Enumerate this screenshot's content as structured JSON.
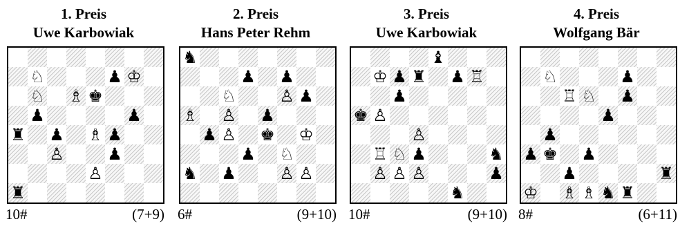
{
  "problems": [
    {
      "award": "1. Preis",
      "author": "Uwe Karbowiak",
      "stipulation": "10#",
      "count": "(7+9)",
      "pieces": [
        {
          "sq": "f7",
          "p": "bp"
        },
        {
          "sq": "g7",
          "p": "wk"
        },
        {
          "sq": "b7",
          "p": "wn"
        },
        {
          "sq": "b6",
          "p": "wn"
        },
        {
          "sq": "d6",
          "p": "wb"
        },
        {
          "sq": "e6",
          "p": "bk"
        },
        {
          "sq": "b5",
          "p": "bp"
        },
        {
          "sq": "g5",
          "p": "bp"
        },
        {
          "sq": "a4",
          "p": "br"
        },
        {
          "sq": "c4",
          "p": "bp"
        },
        {
          "sq": "e4",
          "p": "wb"
        },
        {
          "sq": "f4",
          "p": "bp"
        },
        {
          "sq": "c3",
          "p": "wp"
        },
        {
          "sq": "f3",
          "p": "bp"
        },
        {
          "sq": "e2",
          "p": "wp"
        },
        {
          "sq": "a1",
          "p": "br"
        }
      ]
    },
    {
      "award": "2. Preis",
      "author": "Hans Peter Rehm",
      "stipulation": "6#",
      "count": "(9+10)",
      "pieces": [
        {
          "sq": "a8",
          "p": "bn"
        },
        {
          "sq": "d7",
          "p": "bp"
        },
        {
          "sq": "f7",
          "p": "bp"
        },
        {
          "sq": "c6",
          "p": "wn"
        },
        {
          "sq": "f6",
          "p": "wp"
        },
        {
          "sq": "g6",
          "p": "bp"
        },
        {
          "sq": "a5",
          "p": "wb"
        },
        {
          "sq": "c5",
          "p": "wp"
        },
        {
          "sq": "e5",
          "p": "bp"
        },
        {
          "sq": "b4",
          "p": "bp"
        },
        {
          "sq": "c4",
          "p": "wp"
        },
        {
          "sq": "e4",
          "p": "bk"
        },
        {
          "sq": "g4",
          "p": "wk"
        },
        {
          "sq": "d3",
          "p": "bp"
        },
        {
          "sq": "f3",
          "p": "wn"
        },
        {
          "sq": "a2",
          "p": "bn"
        },
        {
          "sq": "c2",
          "p": "bp"
        },
        {
          "sq": "f2",
          "p": "wp"
        },
        {
          "sq": "g2",
          "p": "wp"
        }
      ]
    },
    {
      "award": "3. Preis",
      "author": "Uwe Karbowiak",
      "stipulation": "10#",
      "count": "(9+10)",
      "pieces": [
        {
          "sq": "e8",
          "p": "bb"
        },
        {
          "sq": "b7",
          "p": "wk"
        },
        {
          "sq": "c7",
          "p": "bp"
        },
        {
          "sq": "d7",
          "p": "br"
        },
        {
          "sq": "f7",
          "p": "bp"
        },
        {
          "sq": "g7",
          "p": "wr"
        },
        {
          "sq": "c6",
          "p": "bp"
        },
        {
          "sq": "a5",
          "p": "bk"
        },
        {
          "sq": "b5",
          "p": "wp"
        },
        {
          "sq": "d4",
          "p": "wp"
        },
        {
          "sq": "b3",
          "p": "wr"
        },
        {
          "sq": "c3",
          "p": "wn"
        },
        {
          "sq": "d3",
          "p": "bp"
        },
        {
          "sq": "h3",
          "p": "bn"
        },
        {
          "sq": "b2",
          "p": "wp"
        },
        {
          "sq": "c2",
          "p": "wp"
        },
        {
          "sq": "d2",
          "p": "wp"
        },
        {
          "sq": "h2",
          "p": "bp"
        },
        {
          "sq": "f1",
          "p": "bn"
        }
      ]
    },
    {
      "award": "4. Preis",
      "author": "Wolfgang Bär",
      "stipulation": "8#",
      "count": "(6+11)",
      "pieces": [
        {
          "sq": "b7",
          "p": "wn"
        },
        {
          "sq": "f7",
          "p": "bp"
        },
        {
          "sq": "c6",
          "p": "wr"
        },
        {
          "sq": "d6",
          "p": "wn"
        },
        {
          "sq": "f6",
          "p": "bp"
        },
        {
          "sq": "e5",
          "p": "bp"
        },
        {
          "sq": "b4",
          "p": "bp"
        },
        {
          "sq": "a3",
          "p": "bp"
        },
        {
          "sq": "b3",
          "p": "bk"
        },
        {
          "sq": "d3",
          "p": "bp"
        },
        {
          "sq": "c2",
          "p": "bp"
        },
        {
          "sq": "h2",
          "p": "br"
        },
        {
          "sq": "a1",
          "p": "wk"
        },
        {
          "sq": "c1",
          "p": "wb"
        },
        {
          "sq": "d1",
          "p": "wb"
        },
        {
          "sq": "e1",
          "p": "bn"
        },
        {
          "sq": "f1",
          "p": "br"
        }
      ]
    }
  ],
  "glyphs": {
    "wk": "♔",
    "wq": "♕",
    "wr": "♖",
    "wb": "♗",
    "wn": "♘",
    "wp": "♙",
    "bk": "♚",
    "bq": "♛",
    "br": "♜",
    "bb": "♝",
    "bn": "♞",
    "bp": "♟"
  }
}
